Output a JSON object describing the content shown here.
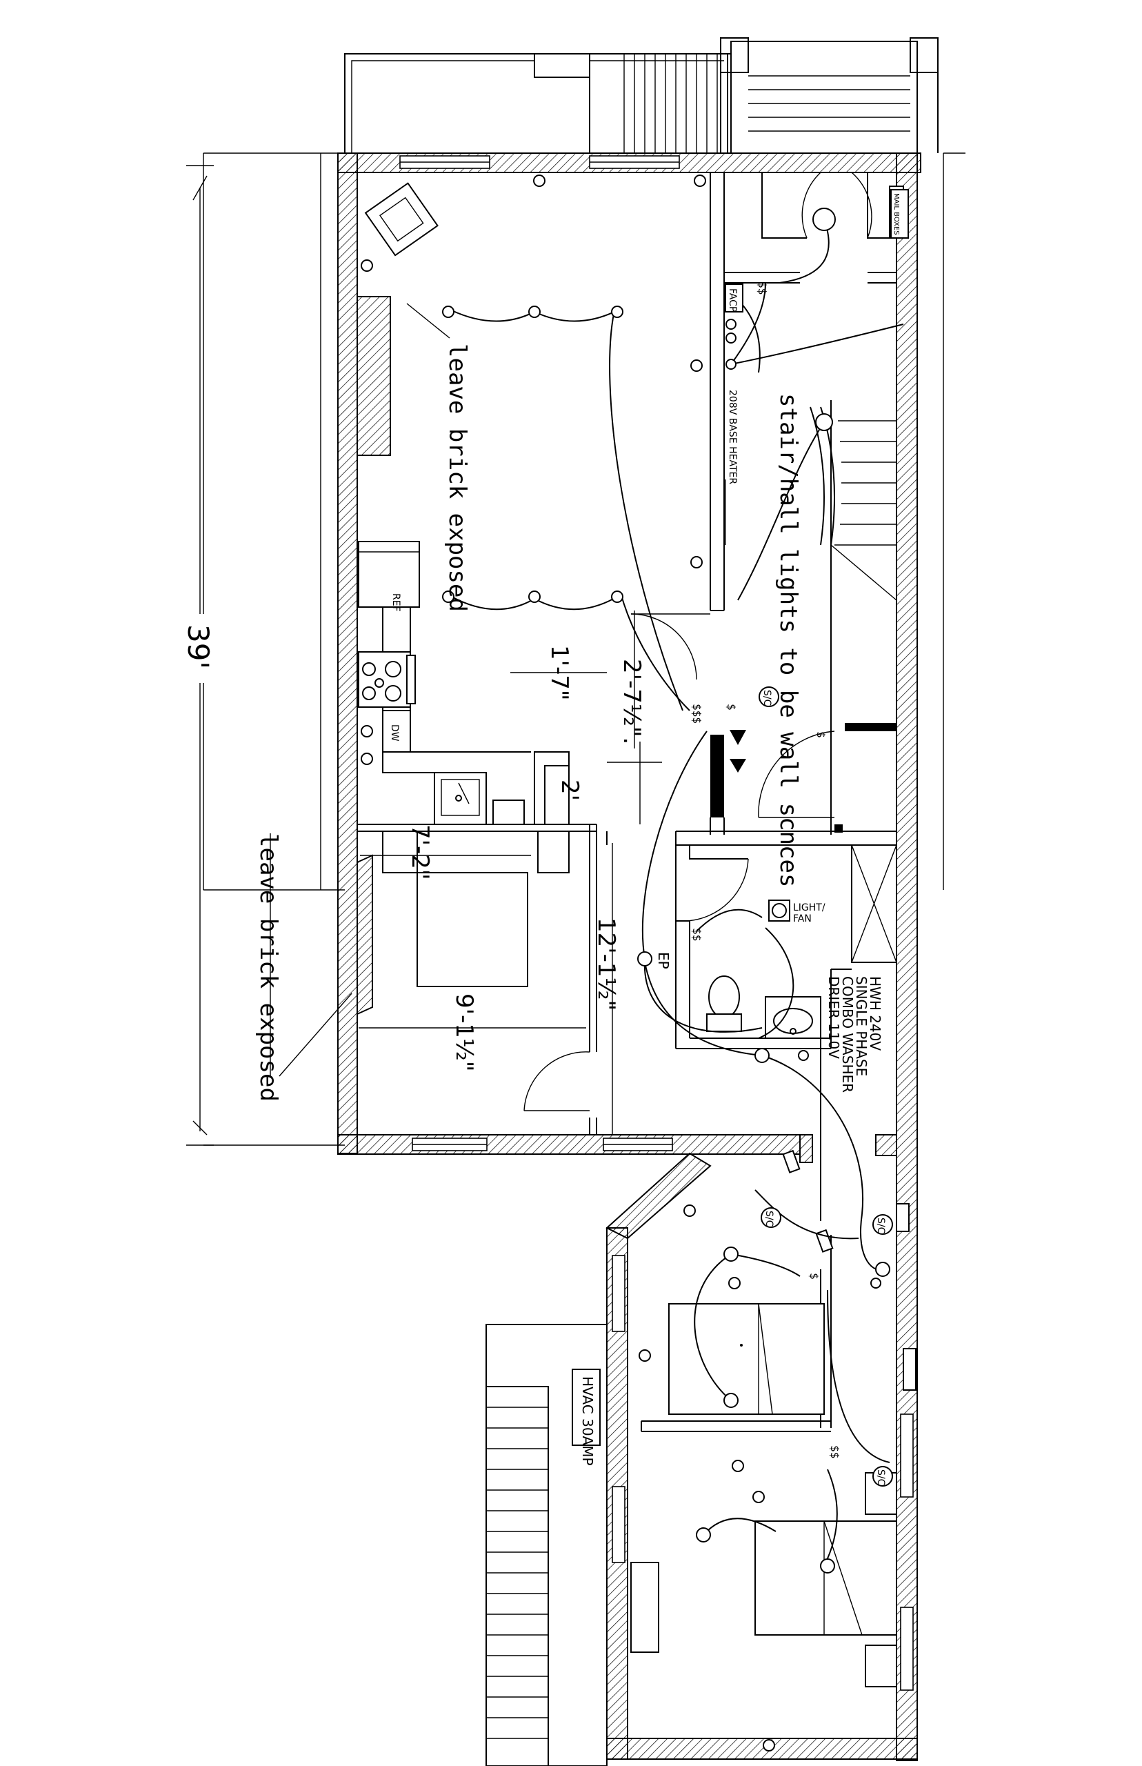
{
  "labels": {
    "note_brick_upper": "leave brick exposed",
    "note_brick_left": "leave brick exposed",
    "note_stair": "stair/hall lights to be wall scnces",
    "overall_dim": "39'",
    "dim_1_7": "1'-7\"",
    "dim_2_7_half": "2'-7½\".",
    "dim_2": "2'",
    "dim_7_2": "7'-2\"",
    "dim_9_1_half": "9'-1½\"",
    "dim_12_1_half": "12'-1½\"",
    "ref": "REF",
    "dw": "DW",
    "ep": "EP",
    "fadp": "FACP",
    "base_heater": "208V BASE HEATER",
    "mail_boxes": "MAIL BOXES",
    "light_fan_1": "LIGHT/",
    "light_fan_2": "FAN",
    "hwh_1": "HWH 240V",
    "hwh_2": "SINGLE PHASE",
    "hwh_3": "COMBO WASHER",
    "hwh_4": "DRIER 110V",
    "hvac": "HVAC 30AMP",
    "switch_ss": "$$",
    "switch_sss": "$$$",
    "switch_s": "$",
    "smoke_sc": "S/C"
  }
}
